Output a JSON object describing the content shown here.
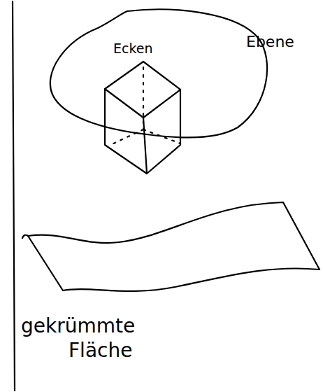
{
  "diagram": {
    "labels": [
      "Ecken",
      "Ebene",
      "gekrümmte Fläche"
    ]
  }
}
